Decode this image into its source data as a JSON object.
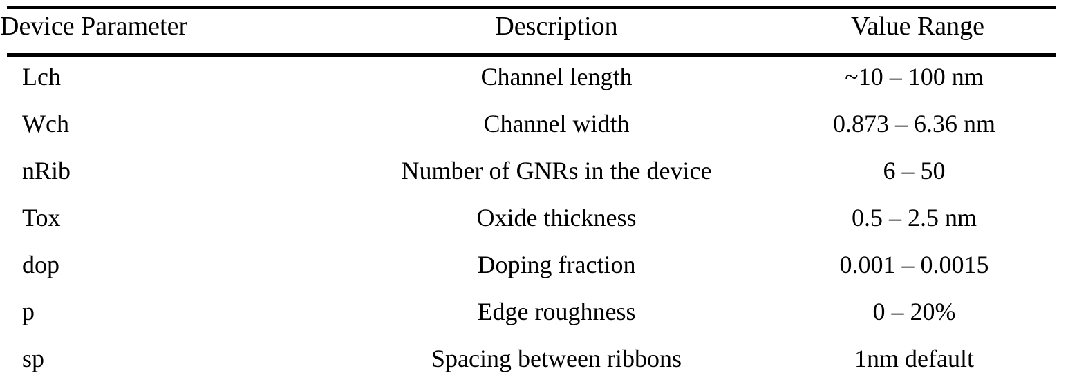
{
  "table": {
    "columns": [
      {
        "key": "parameter",
        "label": "Device Parameter",
        "align": "left"
      },
      {
        "key": "description",
        "label": "Description",
        "align": "center"
      },
      {
        "key": "value_range",
        "label": "Value Range",
        "align": "center"
      }
    ],
    "rows": [
      {
        "parameter": "Lch",
        "description": "Channel length",
        "value_range": "~10 – 100 nm"
      },
      {
        "parameter": "Wch",
        "description": "Channel width",
        "value_range": "0.873 – 6.36 nm"
      },
      {
        "parameter": "nRib",
        "description": "Number of GNRs in the device",
        "value_range": "6 – 50"
      },
      {
        "parameter": "Tox",
        "description": "Oxide thickness",
        "value_range": "0.5 – 2.5 nm"
      },
      {
        "parameter": "dop",
        "description": "Doping fraction",
        "value_range": "0.001 – 0.0015"
      },
      {
        "parameter": "p",
        "description": "Edge roughness",
        "value_range": "0 – 20%"
      },
      {
        "parameter": "sp",
        "description": "Spacing between ribbons",
        "value_range": "1nm default"
      }
    ]
  },
  "style": {
    "text_color": "#000000",
    "rule_color": "#000000",
    "background": "#ffffff"
  }
}
